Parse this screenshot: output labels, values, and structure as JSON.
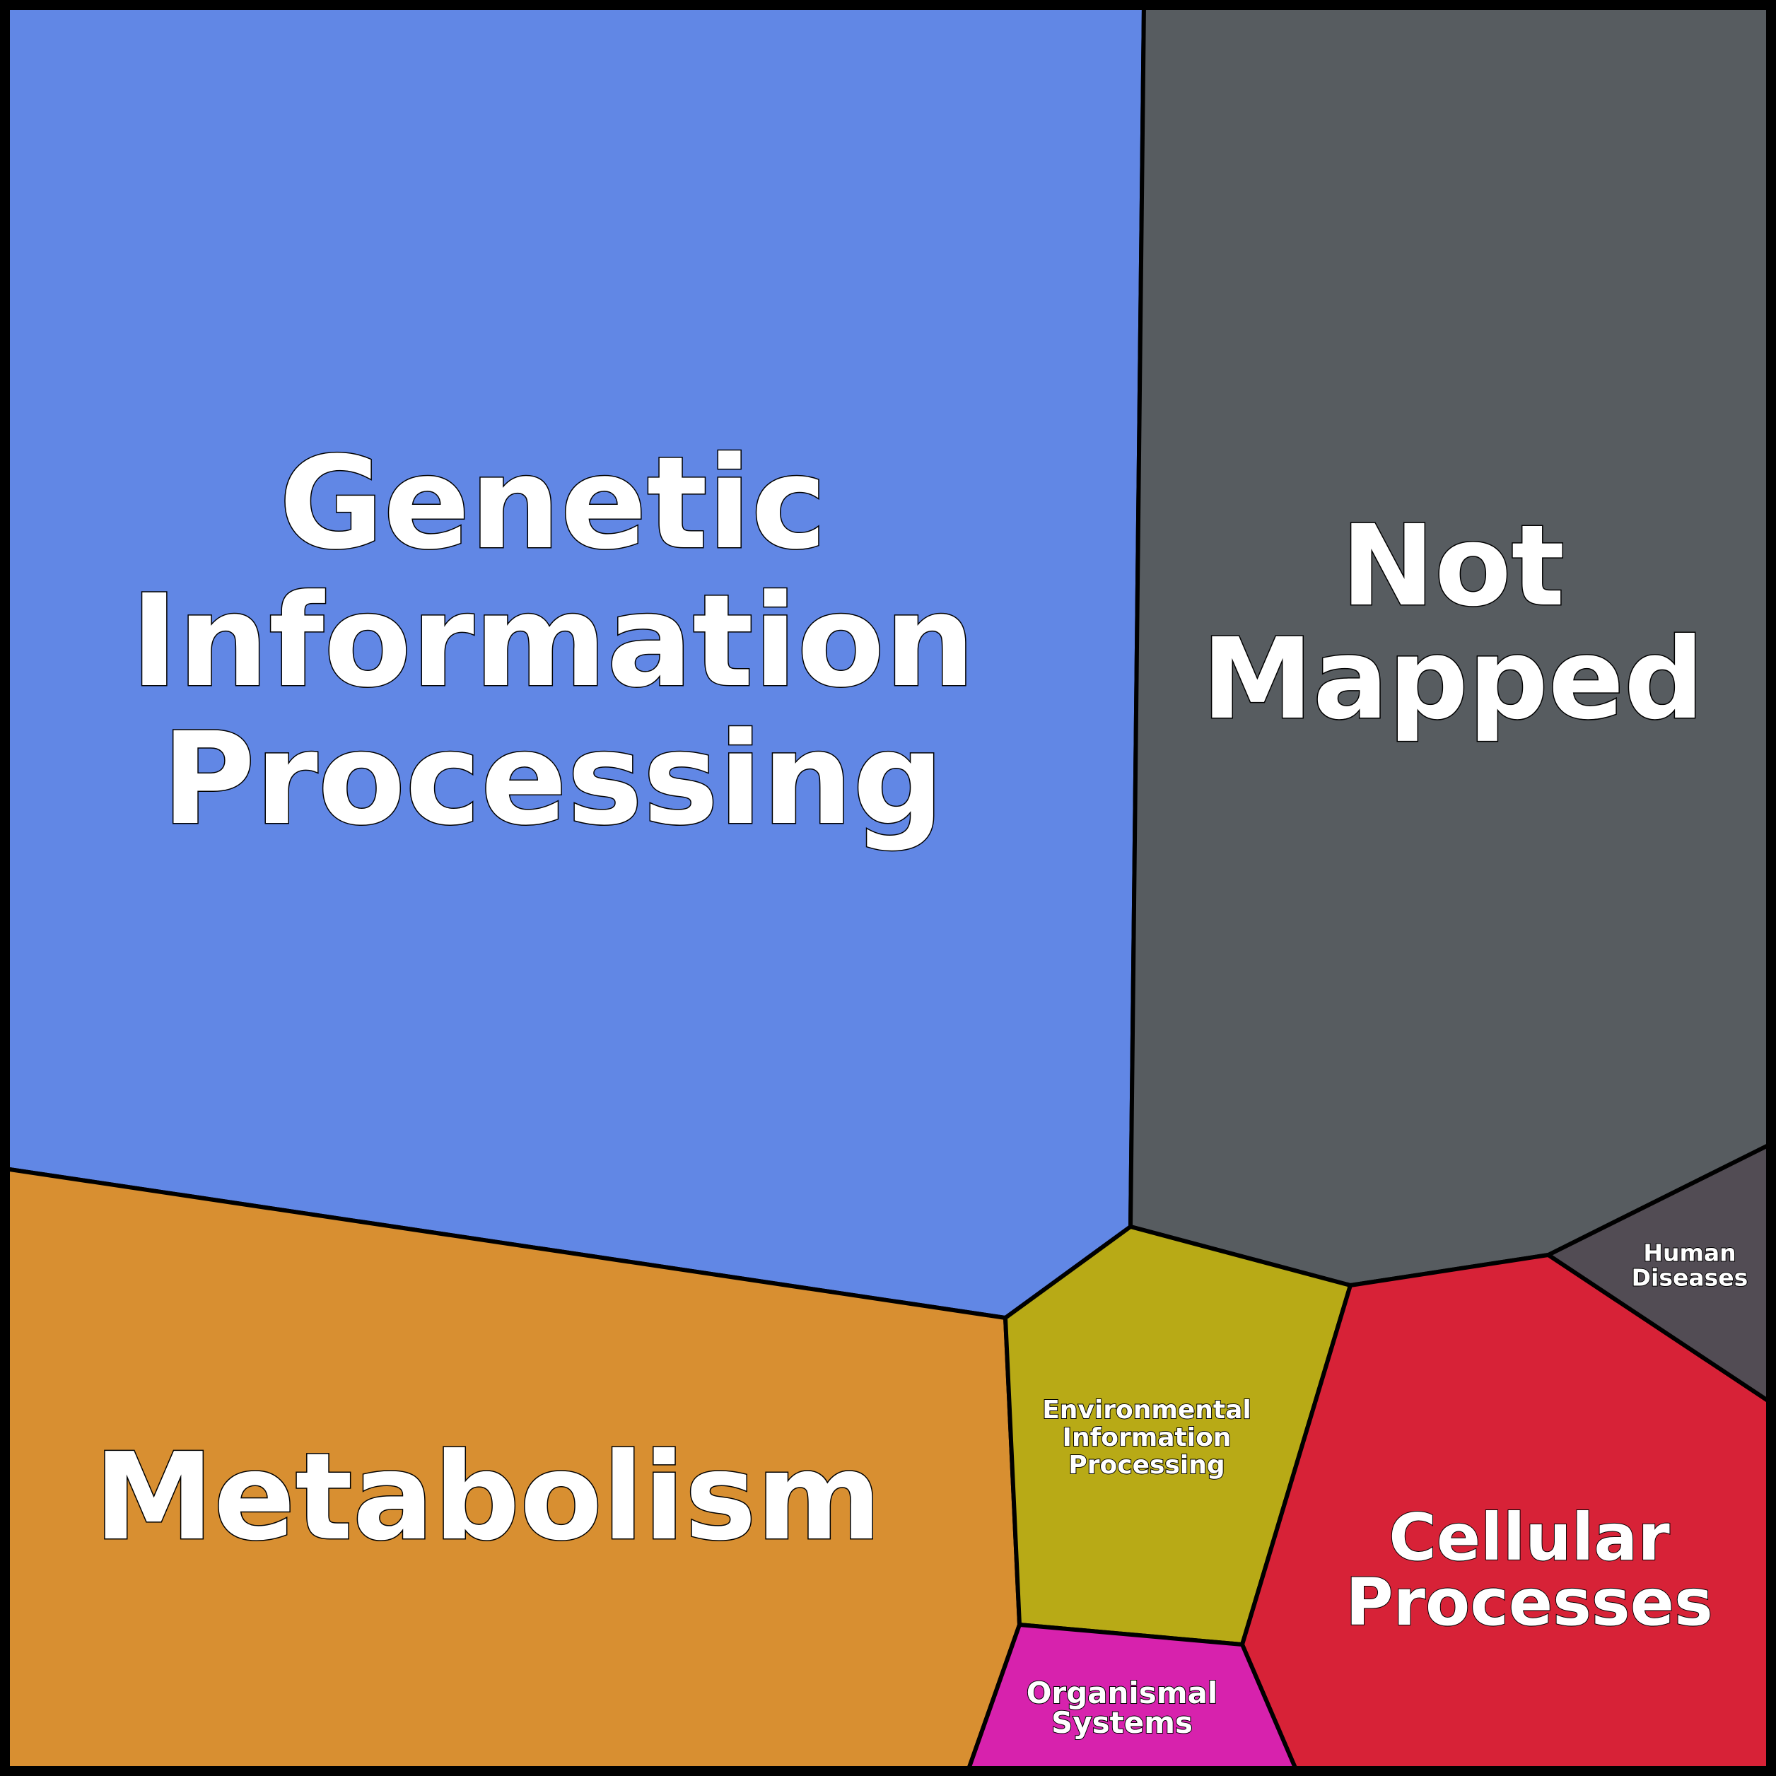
{
  "chart_data": {
    "type": "voronoi-treemap",
    "cells": [
      {
        "name": "Genetic Information Processing",
        "lines": [
          "Genetic",
          "Information",
          "Processing"
        ],
        "color": "#6187e5"
      },
      {
        "name": "Not Mapped",
        "lines": [
          "Not",
          "Mapped"
        ],
        "color": "#575c60"
      },
      {
        "name": "Metabolism",
        "lines": [
          "Metabolism"
        ],
        "color": "#d88f31"
      },
      {
        "name": "Environmental Information Processing",
        "lines": [
          "Environmental",
          "Information",
          "Processing"
        ],
        "color": "#b8aa16"
      },
      {
        "name": "Cellular Processes",
        "lines": [
          "Cellular",
          "Processes"
        ],
        "color": "#d72237"
      },
      {
        "name": "Human Diseases",
        "lines": [
          "Human",
          "Diseases"
        ],
        "color": "#524c54"
      },
      {
        "name": "Organismal Systems",
        "lines": [
          "Organismal",
          "Systems"
        ],
        "color": "#d722ad"
      }
    ]
  }
}
